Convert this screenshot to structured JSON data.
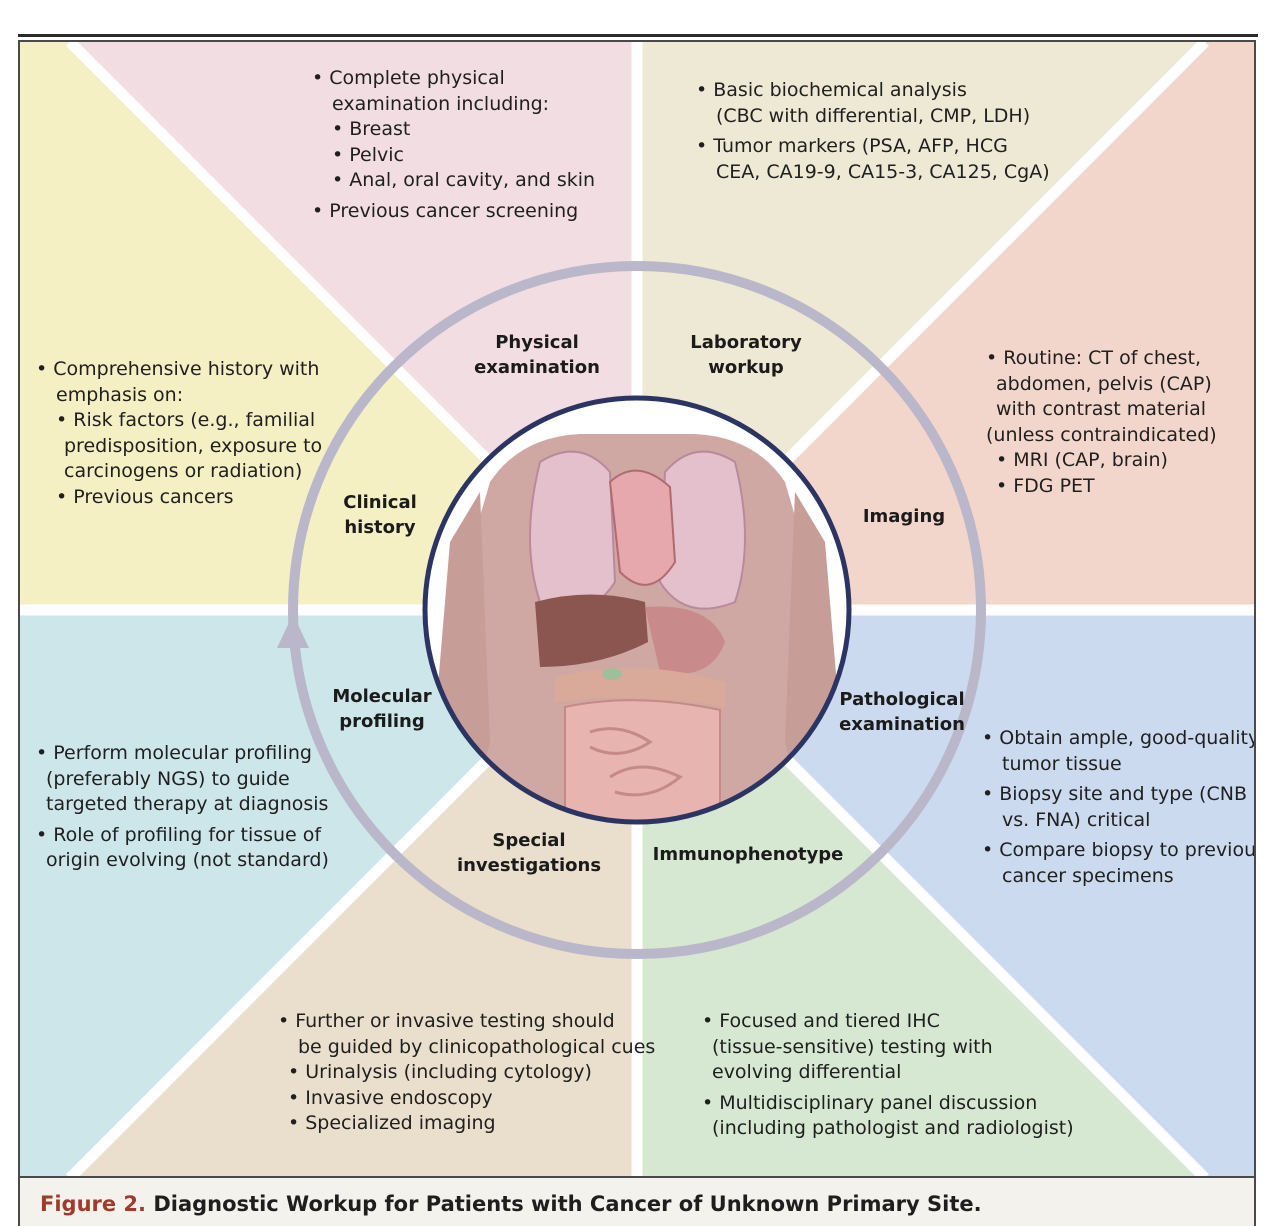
{
  "figure": {
    "caption_label": "Figure 2.",
    "caption_title": "Diagnostic Workup for Patients with Cancer of Unknown Primary Site."
  },
  "colors": {
    "physical": "#f2dde2",
    "laboratory": "#eee9d4",
    "imaging": "#f3d6cb",
    "pathological": "#cbdaee",
    "immunophenotype": "#d6e7d2",
    "special": "#e9dfcc",
    "molecular": "#cde6ea",
    "clinical": "#f5efc4",
    "ring": "#b9b7c9",
    "body_border": "#2c3463",
    "caption_accent": "#a03a2c"
  },
  "labels": {
    "physical": [
      "Physical",
      "examination"
    ],
    "laboratory": [
      "Laboratory",
      "workup"
    ],
    "imaging": [
      "Imaging"
    ],
    "pathological": [
      "Pathological",
      "examination"
    ],
    "immunophenotype": [
      "Immunophenotype"
    ],
    "special": [
      "Special",
      "investigations"
    ],
    "molecular": [
      "Molecular",
      "profiling"
    ],
    "clinical": [
      "Clinical",
      "history"
    ]
  },
  "bullets": {
    "physical": [
      "• Complete physical",
      "examination including:",
      "• Breast",
      "• Pelvic",
      "• Anal, oral cavity, and skin",
      "• Previous cancer screening"
    ],
    "laboratory": [
      "• Basic biochemical analysis",
      "(CBC with differential, CMP, LDH)",
      "• Tumor markers (PSA, AFP, HCG",
      "CEA, CA19-9, CA15-3, CA125, CgA)"
    ],
    "imaging": [
      "• Routine: CT of chest,",
      "abdomen, pelvis (CAP)",
      "with contrast material",
      "(unless contraindicated)",
      "• MRI (CAP, brain)",
      "• FDG PET"
    ],
    "pathological": [
      "• Obtain ample, good-quality",
      "tumor tissue",
      "• Biopsy site and type (CNB",
      "vs. FNA) critical",
      "• Compare biopsy to previous",
      "cancer specimens"
    ],
    "immunophenotype": [
      "• Focused and tiered IHC",
      "(tissue-sensitive) testing with",
      "evolving differential",
      "• Multidisciplinary panel discussion",
      "(including pathologist and radiologist)"
    ],
    "special": [
      "• Further or invasive testing should",
      "be guided by clinicopathological cues",
      "• Urinalysis (including cytology)",
      "• Invasive endoscopy",
      "• Specialized imaging"
    ],
    "molecular": [
      "• Perform molecular profiling",
      "(preferably NGS) to guide",
      "targeted therapy at diagnosis",
      "• Role of profiling for tissue of",
      "origin evolving (not standard)"
    ],
    "clinical": [
      "• Comprehensive history with",
      "emphasis on:",
      "• Risk factors (e.g., familial",
      "predisposition, exposure to",
      "carcinogens or radiation)",
      "• Previous cancers"
    ]
  }
}
